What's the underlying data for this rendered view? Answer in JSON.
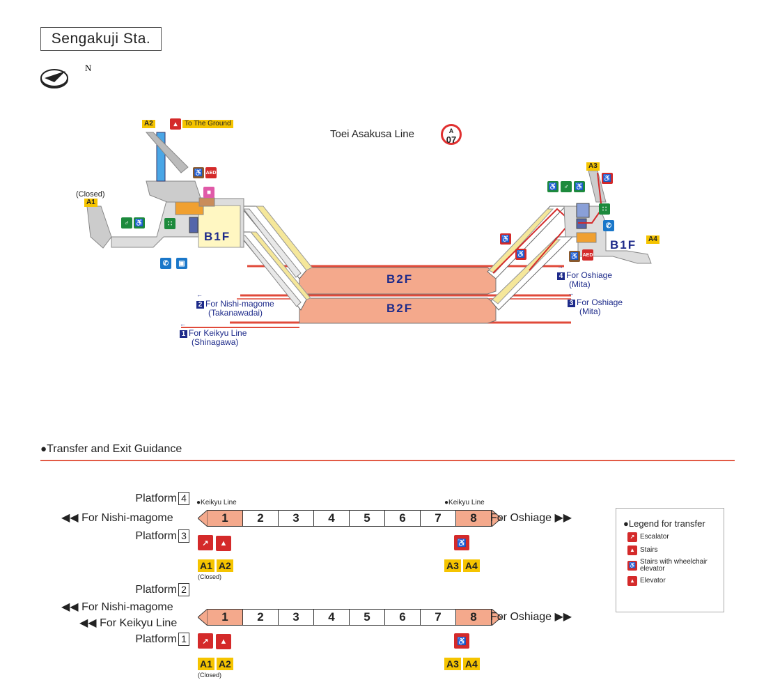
{
  "station": {
    "name": "Sengakuji Sta."
  },
  "compass": {
    "north_label": "N"
  },
  "map": {
    "line_name": "Toei Asakusa Line",
    "line_code_letter": "A",
    "line_code_number": "07",
    "floors": {
      "b1f_left": "B1F",
      "b1f_right": "B1F",
      "b2f_upper": "B2F",
      "b2f_lower": "B2F"
    },
    "exits": {
      "a1": "A1",
      "a1_status": "(Closed)",
      "a2": "A2",
      "a2_note": "To The Ground",
      "a3": "A3",
      "a4": "A4"
    },
    "aed_label": "AED",
    "directions": [
      {
        "num": "4",
        "line1": "For Oshiage",
        "line2": "(Mita)"
      },
      {
        "num": "3",
        "line1": "For Oshiage",
        "line2": "(Mita)"
      },
      {
        "num": "2",
        "line1": "For Nishi-magome",
        "line2": "(Takanawadai)"
      },
      {
        "num": "1",
        "line1": "For Keikyu Line",
        "line2": "(Shinagawa)"
      }
    ]
  },
  "guidance": {
    "title": "Transfer and Exit Guidance",
    "upper": {
      "platform_top": "Platform",
      "platform_top_num": "4",
      "platform_bottom": "Platform",
      "platform_bottom_num": "3",
      "left_dir": "For Nishi-magome",
      "right_dir": "For Oshiage",
      "keikyu_left": "Keikyu Line",
      "keikyu_right": "Keikyu Line",
      "cars": [
        "1",
        "2",
        "3",
        "4",
        "5",
        "6",
        "7",
        "8"
      ],
      "left_exits": [
        "A1",
        "A2"
      ],
      "left_exit_note": "(Closed)",
      "right_exits": [
        "A3",
        "A4"
      ]
    },
    "lower": {
      "platform_top": "Platform",
      "platform_top_num": "2",
      "platform_bottom": "Platform",
      "platform_bottom_num": "1",
      "left_dir_1": "For Nishi-magome",
      "left_dir_2": "For Keikyu Line",
      "right_dir": "For Oshiage",
      "cars": [
        "1",
        "2",
        "3",
        "4",
        "5",
        "6",
        "7",
        "8"
      ],
      "left_exits": [
        "A1",
        "A2"
      ],
      "left_exit_note": "(Closed)",
      "right_exits": [
        "A3",
        "A4"
      ]
    },
    "legend": {
      "title": "Legend for transfer",
      "items": [
        "Escalator",
        "Stairs",
        "Stairs with wheelchair elevator",
        "Elevator"
      ]
    }
  },
  "colors": {
    "platform": "#f4a98c",
    "concourse": "#fff7c2",
    "exit_badge": "#f5c400",
    "rule": "#e25a45",
    "line_circle": "#e03030",
    "navy": "#1d2a8a"
  }
}
